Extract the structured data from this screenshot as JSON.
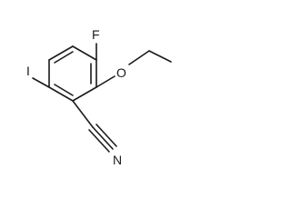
{
  "molecule": {
    "atoms": {
      "fluorine": "F",
      "oxygen": "O",
      "iodine": "I",
      "nitrogen": "N"
    }
  }
}
